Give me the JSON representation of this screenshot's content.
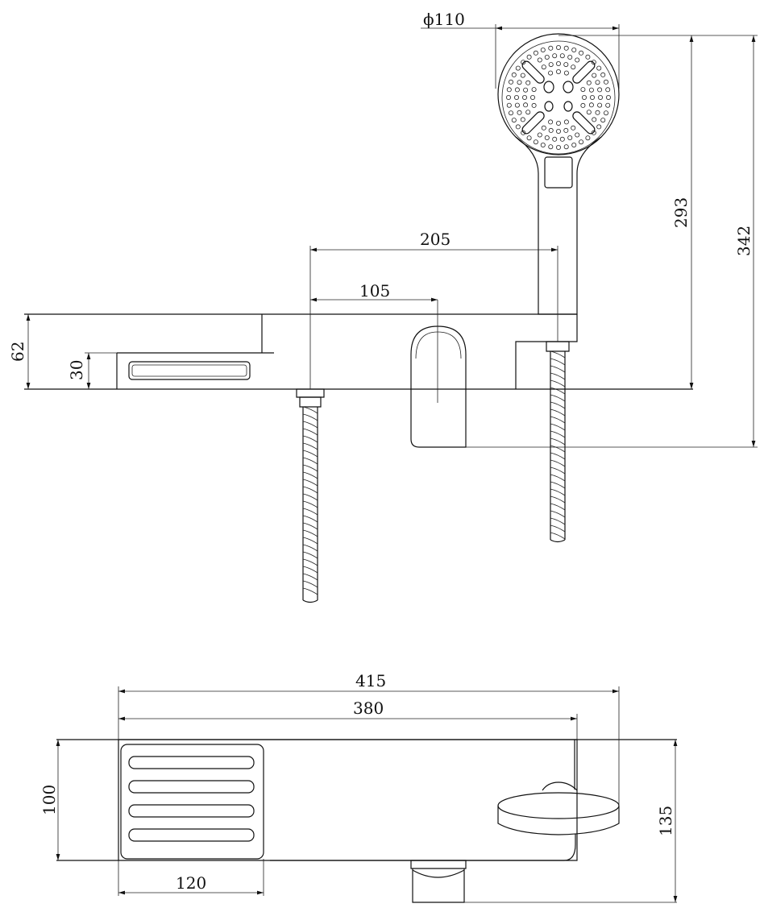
{
  "top_view": {
    "dimensions": {
      "head_diameter": "ϕ110",
      "head_height": "293",
      "overall_height": "342",
      "hose_spacing": "205",
      "spout_offset": "105",
      "body_height": "62",
      "tray_height": "30"
    }
  },
  "bottom_view": {
    "dimensions": {
      "overall_length": "415",
      "body_length": "380",
      "body_depth": "100",
      "overall_depth": "135",
      "tray_width": "120"
    }
  },
  "colors": {
    "line": "#111111",
    "background": "#ffffff"
  }
}
